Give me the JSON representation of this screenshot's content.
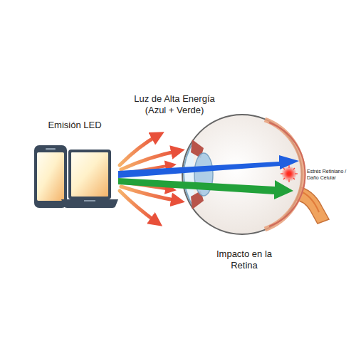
{
  "diagram": {
    "labels": [
      "Emisión LED",
      "Luz de Alta Energía (Azul + Verde)",
      "Estrés Retiniano / Daño Celular",
      "Impacto en la Retina"
    ]
  }
}
